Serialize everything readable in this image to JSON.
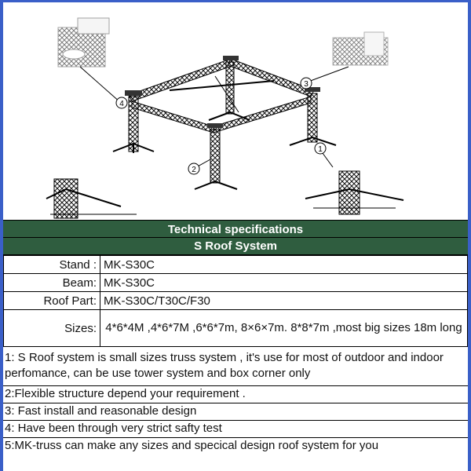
{
  "header": {
    "title": "Technical specifications",
    "subtitle": "S Roof System"
  },
  "callouts": [
    "4",
    "3",
    "2",
    "1"
  ],
  "specs": [
    {
      "label": "Stand :",
      "value": "MK-S30C"
    },
    {
      "label": "Beam:",
      "value": "MK-S30C"
    },
    {
      "label": "Roof Part:",
      "value": "MK-S30C/T30C/F30"
    },
    {
      "label": "Sizes:",
      "value": "4*6*4M ,4*6*7M ,6*6*7m, 8×6×7m. 8*8*7m ,most  big sizes 18m long"
    }
  ],
  "notes": [
    "1: S Roof system is small  sizes truss system , it's use for most of outdoor and indoor perfomance, can be use tower system and box corner only",
    "2:Flexible structure depend your requirement .",
    "3: Fast install and reasonable design",
    "4: Have been through very strict safty test",
    "5:MK-truss can make any sizes and specical design roof system for you"
  ]
}
